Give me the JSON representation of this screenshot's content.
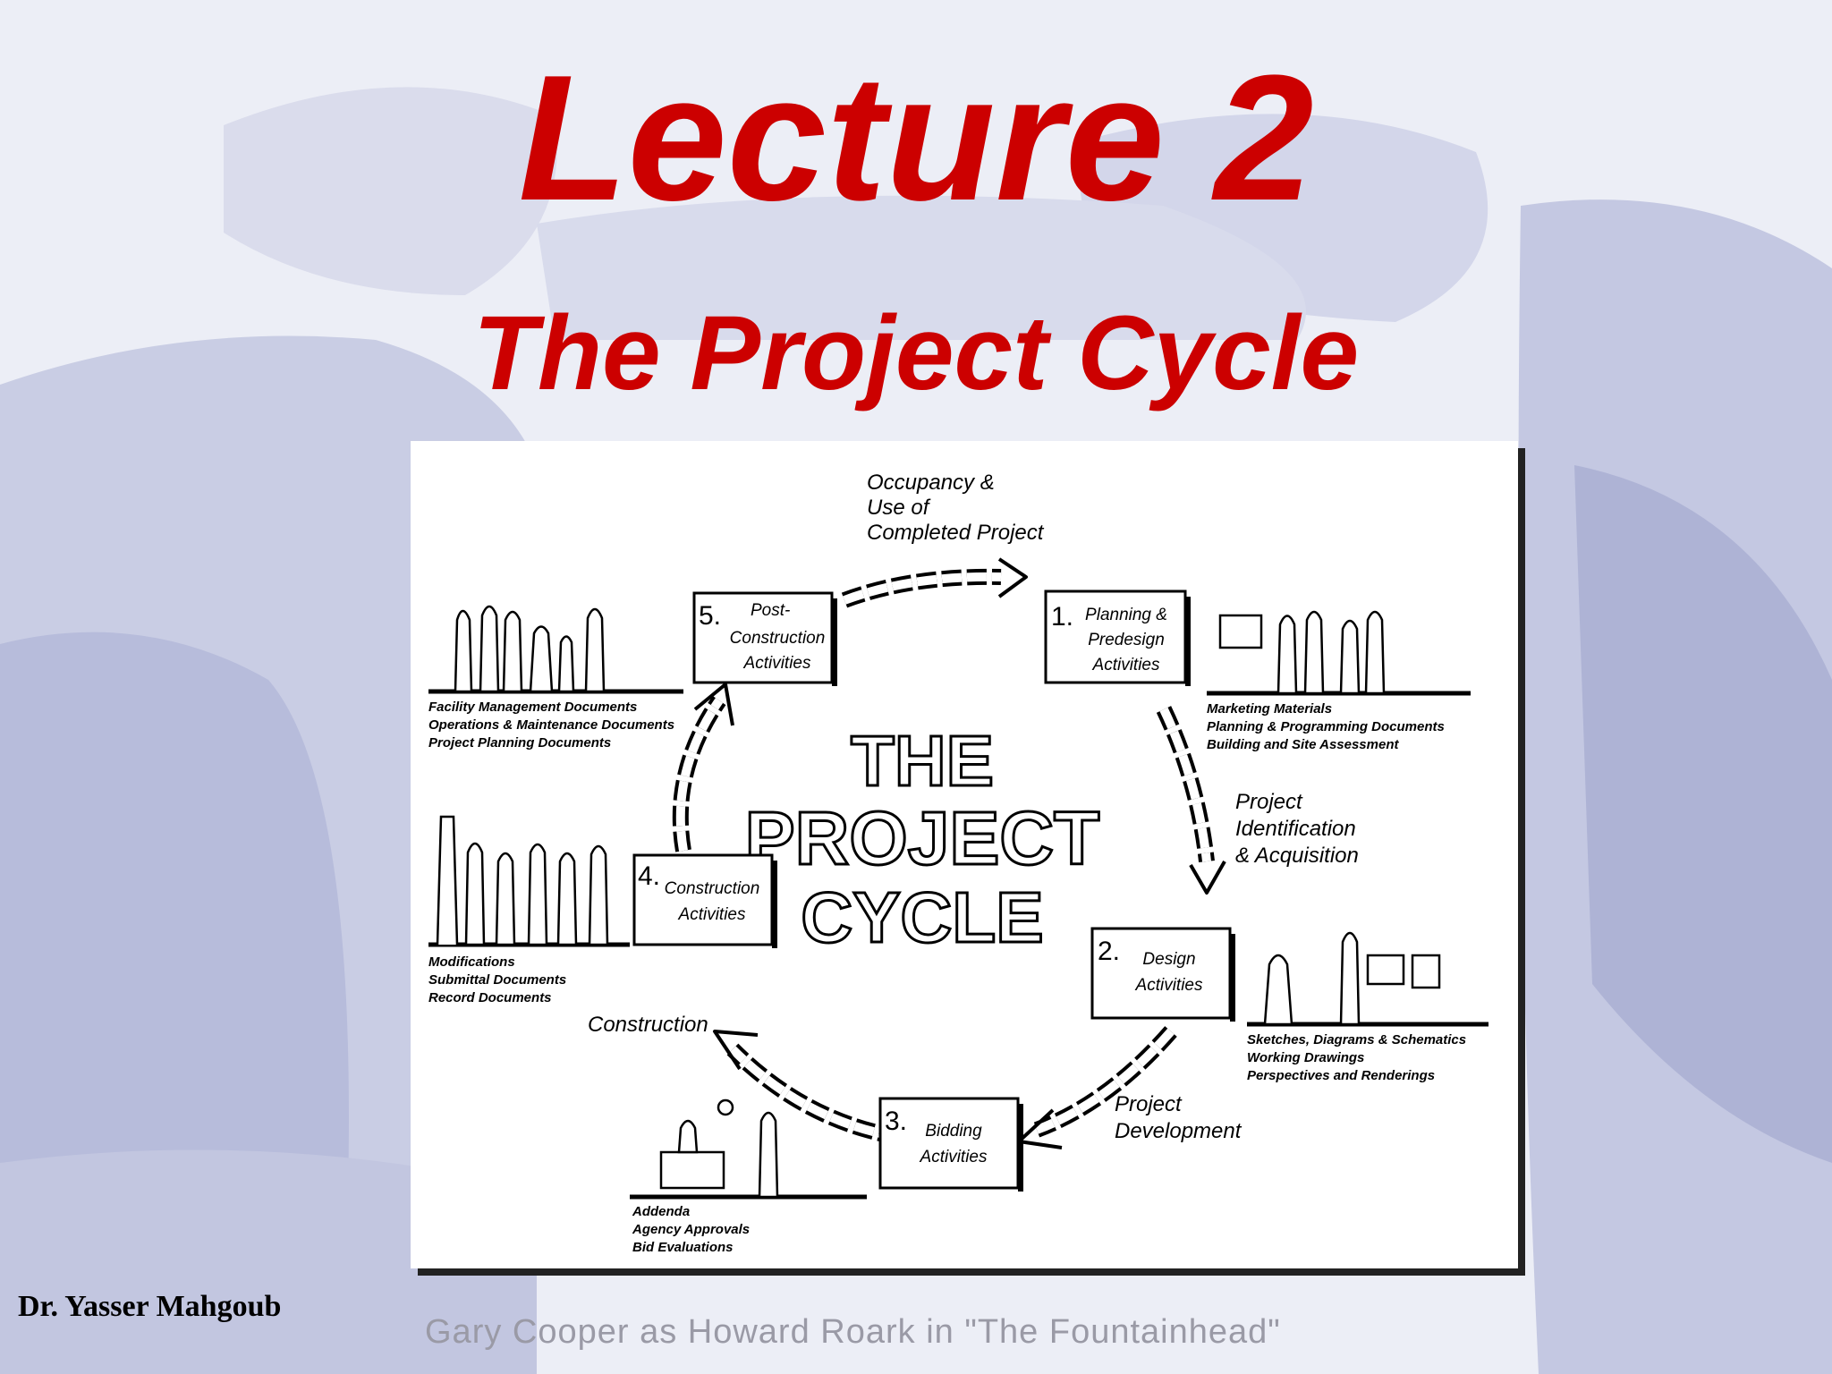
{
  "slide": {
    "title": "Lecture 2",
    "subtitle": "The Project Cycle",
    "author": "Dr. Yasser Mahgoub",
    "caption": "Gary Cooper as Howard Roark in \"The Fountainhead\""
  },
  "diagram": {
    "center_title": [
      "THE",
      "PROJECT",
      "CYCLE"
    ],
    "stages": [
      {
        "number": "1.",
        "lines": [
          "Planning &",
          "Predesign",
          "Activities"
        ]
      },
      {
        "number": "2.",
        "lines": [
          "Design",
          "Activities"
        ]
      },
      {
        "number": "3.",
        "lines": [
          "Bidding",
          "Activities"
        ]
      },
      {
        "number": "4.",
        "lines": [
          "Construction",
          "Activities"
        ]
      },
      {
        "number": "5.",
        "lines": [
          "Post-",
          "Construction",
          "Activities"
        ]
      }
    ],
    "transitions": {
      "occupancy": [
        "Occupancy &",
        "Use of",
        "Completed Project"
      ],
      "identification": [
        "Project",
        "Identification",
        "& Acquisition"
      ],
      "development": [
        "Project",
        "Development"
      ],
      "construction": [
        "Construction"
      ]
    },
    "documents": {
      "planning": [
        "Marketing Materials",
        "Planning & Programming Documents",
        "Building and Site Assessment"
      ],
      "design": [
        "Sketches, Diagrams & Schematics",
        "Working Drawings",
        "Perspectives and Renderings"
      ],
      "bidding": [
        "Addenda",
        "Agency Approvals",
        "Bid Evaluations"
      ],
      "construction": [
        "Modifications",
        "Submittal Documents",
        "Record Documents"
      ],
      "post": [
        "Facility Management Documents",
        "Operations & Maintenance Documents",
        "Project Planning Documents"
      ]
    }
  },
  "colors": {
    "title_red": "#cc0000",
    "background_tint": "#b8bddb",
    "caption_gray": "#9a9aa6"
  }
}
